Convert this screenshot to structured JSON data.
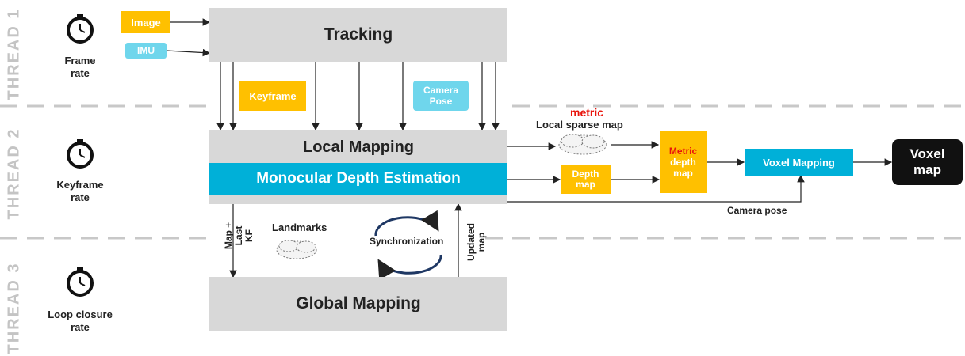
{
  "threads": [
    {
      "label": "THREAD 1",
      "rate_lines": [
        "Frame",
        "rate"
      ]
    },
    {
      "label": "THREAD 2",
      "rate_lines": [
        "Keyframe",
        "rate"
      ]
    },
    {
      "label": "THREAD 3",
      "rate_lines": [
        "Loop closure",
        "rate"
      ]
    }
  ],
  "inputs": {
    "image": "Image",
    "imu": "IMU"
  },
  "blocks": {
    "tracking": "Tracking",
    "local_mapping": "Local Mapping",
    "mde": "Monocular Depth Estimation",
    "global_mapping": "Global Mapping"
  },
  "transfers": {
    "keyframe": "Keyframe",
    "camera_pose_lines": [
      "Camera",
      "Pose"
    ]
  },
  "thread3_labels": {
    "map_last_kf_lines": [
      "Map + Last",
      "KF"
    ],
    "landmarks": "Landmarks",
    "synchronization": "Synchronization",
    "updated_map_lines": [
      "Updated",
      "map"
    ]
  },
  "pipeline": {
    "metric_word": "metric",
    "local_sparse_map": "Local sparse map",
    "depth_map_lines": [
      "Depth",
      "map"
    ],
    "metric_depth_map_lines": [
      "Metric",
      "depth",
      "map"
    ],
    "voxel_mapping": "Voxel Mapping",
    "voxel_map_lines": [
      "Voxel",
      "map"
    ],
    "camera_pose": "Camera pose"
  },
  "colors": {
    "block_gray": "#d8d8d8",
    "mde_cyan": "#00b0d8",
    "input_orange": "#ffc000",
    "imu_lightcyan": "#6fd6ec",
    "metric_red": "#e8140c",
    "voxel_dark": "#111111",
    "thread_label_gray": "#c4c4c4"
  }
}
